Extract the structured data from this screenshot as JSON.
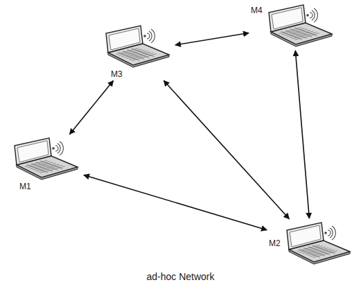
{
  "diagram": {
    "caption": "ad-hoc Network",
    "nodes": [
      {
        "text": [
          "M4"
        ]
      },
      {
        "text": [
          "M3"
        ]
      },
      {
        "text": [
          "M1"
        ]
      },
      {
        "text": [
          "M2"
        ]
      }
    ],
    "edges": [
      {
        "from": 1,
        "to": 0,
        "arrow": "both"
      },
      {
        "from": 1,
        "to": 2,
        "arrow": "both"
      },
      {
        "from": 1,
        "to": 3,
        "arrow": "both"
      },
      {
        "from": 2,
        "to": 3,
        "arrow": "both"
      },
      {
        "from": 0,
        "to": 3,
        "arrow": "both"
      }
    ]
  }
}
